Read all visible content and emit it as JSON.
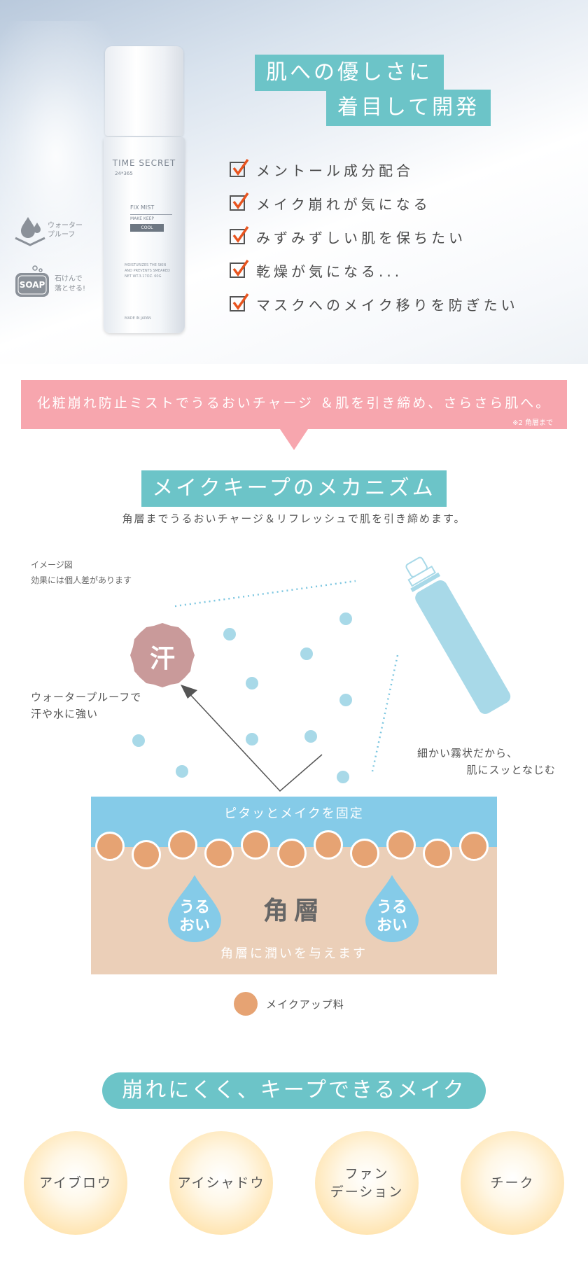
{
  "hero": {
    "title_line1": "肌への優しさに",
    "title_line2": "着目して開発",
    "features": [
      "メントール成分配合",
      "メイク崩れが気になる",
      "みずみずしい肌を保ちたい",
      "乾燥が気になる...",
      "マスクへのメイク移りを防ぎたい"
    ],
    "badges": {
      "waterproof_line1": "ウォーター",
      "waterproof_line2": "プルーフ",
      "soap_icon_text": "SOAP",
      "soap_line1": "石けんで",
      "soap_line2": "落とせる!"
    },
    "product": {
      "brand": "TIME SECRET",
      "sub": "24*365",
      "name": "FIX MIST",
      "sub_name": "MAKE KEEP",
      "variant": "COOL",
      "desc1": "MOISTURIZES THE SKIN",
      "desc2": "AND PREVENTS SMEARED",
      "desc3": "NET WT.3.17OZ. 60G",
      "origin": "MADE IN JAPAN"
    }
  },
  "banner": {
    "text": "化粧崩れ防止ミストでうるおいチャージ ＆肌を引き締め、さらさら肌へ。",
    "note": "※2 角層まで"
  },
  "mechanism": {
    "title": "メイクキープのメカニズム",
    "subtitle": "角層までうるおいチャージ＆リフレッシュで肌を引き締めます。",
    "note_line1": "イメージ図",
    "note_line2": "効果には個人差があります",
    "sweat_char": "汗",
    "sweat_label_line1": "ウォータープルーフで",
    "sweat_label_line2": "汗や水に強い",
    "mist_label_line1": "細かい霧状だから、",
    "mist_label_line2": "肌にスッとなじむ",
    "skin_top": "ピタッとメイクを固定",
    "skin_center": "角層",
    "skin_bottom": "角層に潤いを与えます",
    "drop_line1": "うる",
    "drop_line2": "おい",
    "legend": "メイクアップ料"
  },
  "keep": {
    "title": "崩れにくく、キープできるメイク",
    "items": [
      {
        "line1": "アイブロウ",
        "line2": ""
      },
      {
        "line1": "アイシャドウ",
        "line2": ""
      },
      {
        "line1": "ファン",
        "line2": "デーション"
      },
      {
        "line1": "チーク",
        "line2": ""
      }
    ]
  },
  "colors": {
    "teal": "#6cc4c8",
    "pink": "#f7a6ae",
    "mist_blue": "#a8d9e8",
    "skin": "#ebcfb8",
    "makeup": "#e6a373",
    "sweat": "#c99a9a",
    "check_orange": "#e8541f"
  }
}
